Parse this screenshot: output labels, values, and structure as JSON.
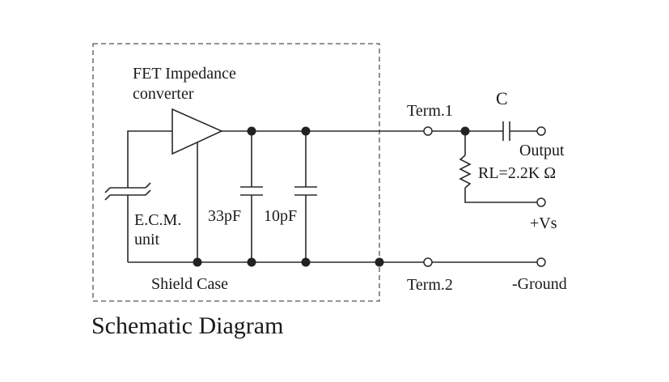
{
  "diagram": {
    "title": "Schematic Diagram",
    "labels": {
      "fet_line1": "FET Impedance",
      "fet_line2": "converter",
      "ecm_line1": "E.C.M.",
      "ecm_line2": "unit",
      "cap_33": "33pF",
      "cap_10": "10pF",
      "shield": "Shield Case",
      "term1": "Term.1",
      "term2": "Term.2",
      "cap_c": "C",
      "output": "Output",
      "rl": "RL=2.2K Ω",
      "vs": "+Vs",
      "ground": "-Ground"
    }
  }
}
